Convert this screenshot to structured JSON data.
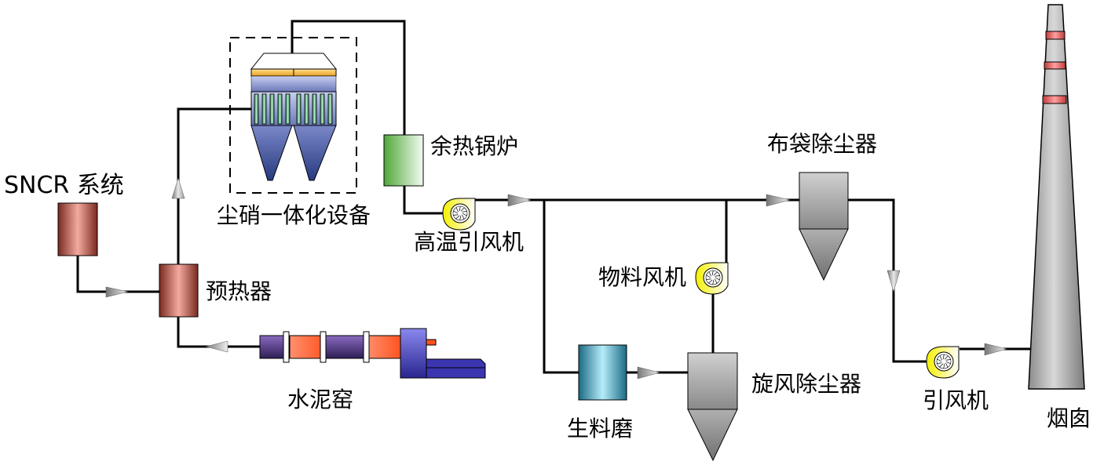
{
  "diagram": {
    "title": "",
    "labels": {
      "sncr": "SNCR 系统",
      "integrated": "尘硝一体化设备",
      "waste_heat_boiler": "余热锅炉",
      "high_temp_fan": "高温引风机",
      "preheater": "预热器",
      "kiln": "水泥窑",
      "bag_filter": "布袋除尘器",
      "material_fan": "物料风机",
      "raw_mill": "生料磨",
      "cyclone": "旋风除尘器",
      "id_fan": "引风机",
      "chimney": "烟囱"
    },
    "nodes": [
      {
        "id": "sncr",
        "label": "SNCR 系统",
        "type": "tank"
      },
      {
        "id": "preheater",
        "label": "预热器",
        "type": "tank"
      },
      {
        "id": "kiln",
        "label": "水泥窑",
        "type": "rotary-kiln"
      },
      {
        "id": "integrated",
        "label": "尘硝一体化设备",
        "type": "filter-unit"
      },
      {
        "id": "waste_heat_boiler",
        "label": "余热锅炉",
        "type": "boiler"
      },
      {
        "id": "high_temp_fan",
        "label": "高温引风机",
        "type": "fan"
      },
      {
        "id": "bag_filter",
        "label": "布袋除尘器",
        "type": "dust-collector"
      },
      {
        "id": "material_fan",
        "label": "物料风机",
        "type": "fan"
      },
      {
        "id": "raw_mill",
        "label": "生料磨",
        "type": "mill"
      },
      {
        "id": "cyclone",
        "label": "旋风除尘器",
        "type": "dust-collector"
      },
      {
        "id": "id_fan",
        "label": "引风机",
        "type": "fan"
      },
      {
        "id": "chimney",
        "label": "烟囱",
        "type": "chimney"
      }
    ],
    "edges": [
      {
        "from": "sncr",
        "to": "preheater"
      },
      {
        "from": "kiln",
        "to": "preheater"
      },
      {
        "from": "preheater",
        "to": "integrated"
      },
      {
        "from": "integrated",
        "to": "waste_heat_boiler"
      },
      {
        "from": "waste_heat_boiler",
        "to": "high_temp_fan"
      },
      {
        "from": "high_temp_fan",
        "to": "bag_filter"
      },
      {
        "from": "high_temp_fan",
        "to": "raw_mill"
      },
      {
        "from": "raw_mill",
        "to": "cyclone"
      },
      {
        "from": "cyclone",
        "to": "material_fan"
      },
      {
        "from": "material_fan",
        "to": "bag_filter"
      },
      {
        "from": "bag_filter",
        "to": "id_fan"
      },
      {
        "from": "id_fan",
        "to": "chimney"
      }
    ],
    "colors": {
      "pipe": "#000000",
      "tank_red": "#e8a090",
      "boiler_green": "#66bb55",
      "kiln_purple": "#5a3f8a",
      "kiln_orange": "#ff8060",
      "burner_blue": "#3b35b0",
      "fan_yellow": "#ffff66",
      "mill_cyan": "#a8e6f5",
      "collector_gray": "#a8a8a8",
      "integrated_blue": "#3a4a8a",
      "catalyst_orange": "#f5b840",
      "chimney_band": "#e06060"
    }
  }
}
